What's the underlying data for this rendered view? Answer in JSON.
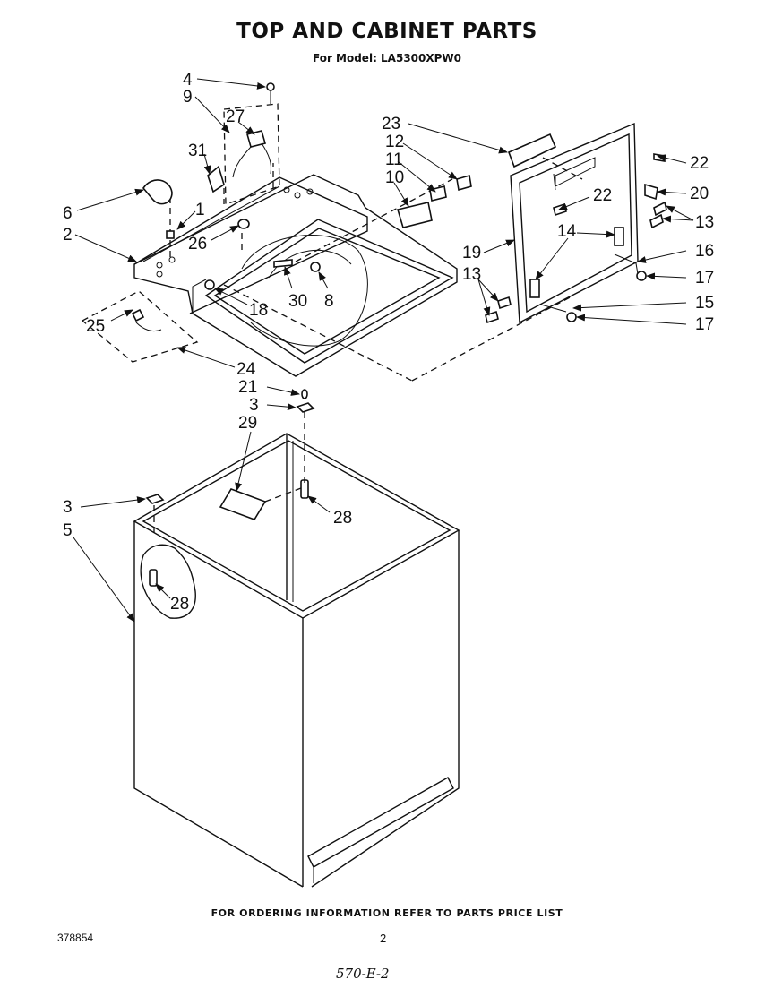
{
  "header": {
    "title": "TOP AND CABINET PARTS",
    "model_line": "For Model: LA5300XPW0"
  },
  "footer": {
    "ordering_note": "FOR ORDERING INFORMATION REFER TO PARTS PRICE LIST",
    "document_number": "378854",
    "page_number": "2",
    "handwritten_note": "570-E-2"
  },
  "callouts": {
    "c4": "4",
    "c9": "9",
    "c27": "27",
    "c31": "31",
    "c6": "6",
    "c1": "1",
    "c2": "2",
    "c26": "26",
    "c30": "30",
    "c8": "8",
    "c18": "18",
    "c25": "25",
    "c24": "24",
    "c21": "21",
    "c3a": "3",
    "c29": "29",
    "c28a": "28",
    "c3b": "3",
    "c5": "5",
    "c28b": "28",
    "c23": "23",
    "c12": "12",
    "c11": "11",
    "c10": "10",
    "c22a": "22",
    "c22b": "22",
    "c20": "20",
    "c13a": "13",
    "c14": "14",
    "c19": "19",
    "c16": "16",
    "c17a": "17",
    "c13b": "13",
    "c15": "15",
    "c17b": "17"
  }
}
